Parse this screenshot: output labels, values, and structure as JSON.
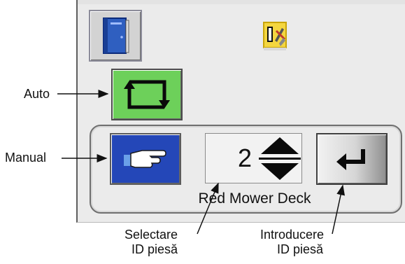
{
  "screen": {
    "part_selector": {
      "value": "2",
      "part_name": "Red Mower Deck"
    }
  },
  "callouts": {
    "auto": "Auto",
    "manual": "Manual",
    "select_part_id": [
      "Selectare",
      "ID piesă"
    ],
    "enter_part_id": [
      "Introducere",
      "ID piesă"
    ]
  },
  "icons": {
    "operator_manual": "book-icon",
    "service": "wrench-tools-icon",
    "auto_mode": "cycle-arrows-icon",
    "manual_mode": "pointing-hand-icon",
    "step_up": "triangle-up-icon",
    "step_down": "triangle-down-icon",
    "enter": "enter-arrow-icon"
  },
  "colors": {
    "auto_green": "#6dd05a",
    "manual_blue": "#2447b8",
    "book_blue": "#2f5fc0"
  }
}
